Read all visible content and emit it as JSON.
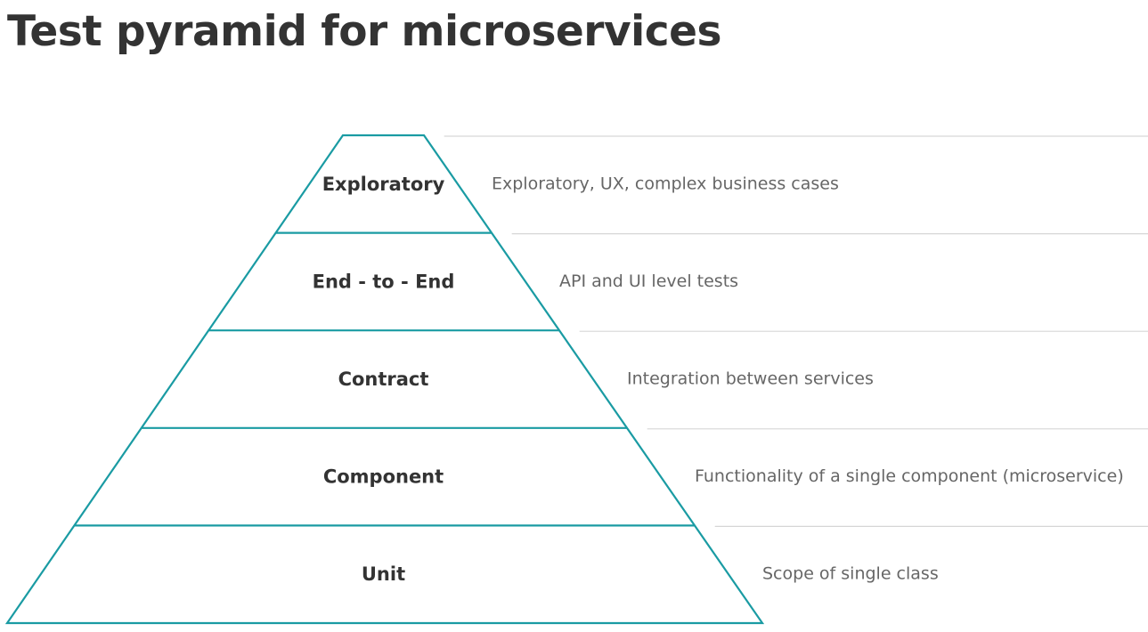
{
  "title": "Test pyramid for microservices",
  "colors": {
    "outline": "#1a9ba3",
    "guide_line": "#d6d6d6",
    "label_text": "#333333",
    "description_text": "#666666"
  },
  "layers": [
    {
      "label": "Exploratory",
      "description": "Exploratory, UX, complex business cases"
    },
    {
      "label": "End - to - End",
      "description": "API and UI level tests"
    },
    {
      "label": "Contract",
      "description": "Integration between services"
    },
    {
      "label": "Component",
      "description": "Functionality of a single component (microservice)"
    },
    {
      "label": "Unit",
      "description": "Scope of single class"
    }
  ]
}
